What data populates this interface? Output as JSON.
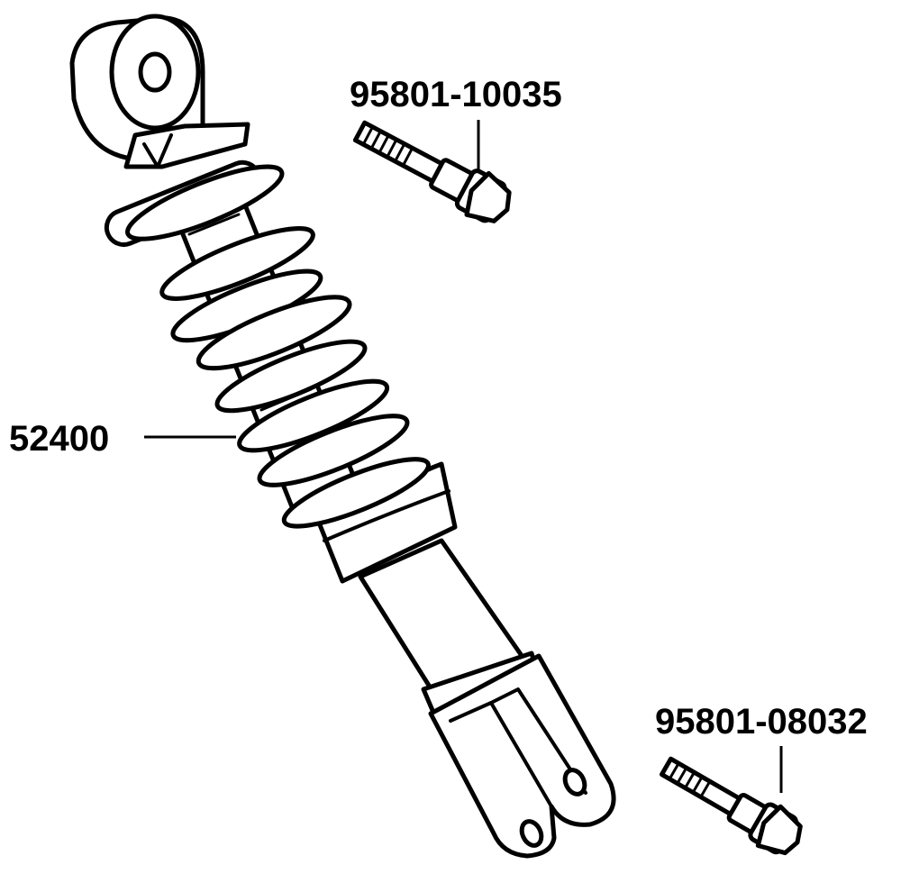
{
  "parts": [
    {
      "id": "shock",
      "number": "52400"
    },
    {
      "id": "upper-bolt",
      "number": "95801-10035"
    },
    {
      "id": "lower-bolt",
      "number": "95801-08032"
    }
  ],
  "colors": {
    "line": "#000000",
    "background": "#ffffff"
  }
}
